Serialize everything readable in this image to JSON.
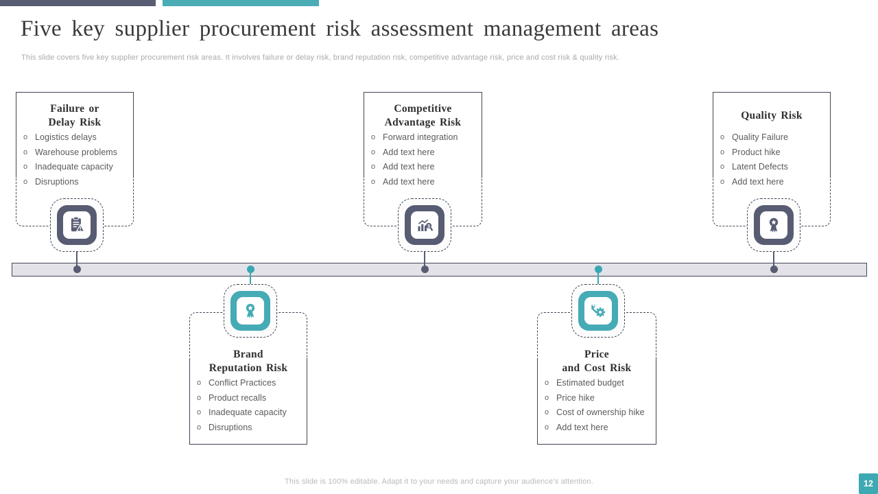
{
  "slide": {
    "title": "Five key supplier procurement risk assessment management areas",
    "subtitle": "This slide covers five key supplier procurement risk areas. It involves failure or delay risk, brand reputation risk, competitive advantage risk, price and cost risk & quality risk.",
    "footer_note": "This slide is 100% editable. Adapt it to your needs and capture your audience's attention.",
    "page_number": "12"
  },
  "ui": {
    "bullet_marker": "o",
    "accent_slate": "#575c72",
    "accent_teal": "#45abb5",
    "timeline_fill": "#e2e2e8",
    "timeline_border": "#42465a",
    "card_border": "#3f4453",
    "body_text_color": "#595959",
    "title_text_color": "#3a3a3a",
    "muted_text_color": "#a9a9a9"
  },
  "cards": [
    {
      "title_lines": [
        "Failure or",
        "Delay Risk"
      ],
      "row": "top",
      "accent": "slate",
      "icon": "clipboard-warning-icon",
      "bullets": [
        "Logistics delays",
        "Warehouse problems",
        "Inadequate capacity",
        "Disruptions"
      ]
    },
    {
      "title_lines": [
        "Brand",
        "Reputation Risk"
      ],
      "row": "bottom",
      "accent": "teal",
      "icon": "award-ribbon-icon",
      "bullets": [
        "Conflict Practices",
        "Product recalls",
        "Inadequate capacity",
        "Disruptions"
      ]
    },
    {
      "title_lines": [
        "Competitive",
        "Advantage Risk"
      ],
      "row": "top",
      "accent": "slate",
      "icon": "bar-chart-magnifier-icon",
      "bullets": [
        "Forward integration",
        "Add text here",
        "Add text here",
        "Add text here"
      ]
    },
    {
      "title_lines": [
        "Price",
        "and Cost Risk"
      ],
      "row": "bottom",
      "accent": "teal",
      "icon": "gear-wrench-icon",
      "bullets": [
        "Estimated budget",
        "Price hike",
        "Cost of ownership hike",
        "Add text here"
      ]
    },
    {
      "title_lines": [
        "Quality Risk"
      ],
      "row": "top",
      "accent": "slate",
      "icon": "medal-star-icon",
      "bullets": [
        "Quality Failure",
        "Product hike",
        "Latent Defects",
        "Add text here"
      ]
    }
  ]
}
